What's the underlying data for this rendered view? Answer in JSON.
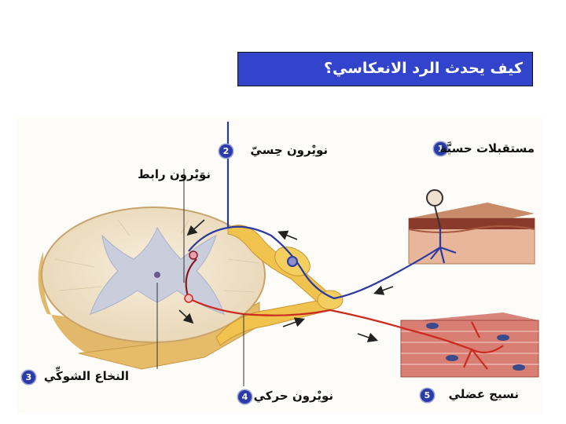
{
  "title": "كيف يحدث الرد الانعكاسي؟",
  "labels": [
    {
      "number": "1",
      "text": "مستقبلات حسيَّة"
    },
    {
      "number": "2",
      "text": "نويْرون حِسيّ"
    },
    {
      "number": "3",
      "text": "النخاع الشوكِّي"
    },
    {
      "number": "4",
      "text": "نويْرون حركي"
    },
    {
      "number": "5",
      "text": "نسيج عضلي"
    }
  ],
  "unnumbered_label": "نوَيْرون رابط",
  "colors": {
    "title_bg": "#3344cc",
    "sensory_neuron": "#2a3aa0",
    "motor_neuron": "#cc2a1f",
    "badge": "#2b3ba8"
  }
}
